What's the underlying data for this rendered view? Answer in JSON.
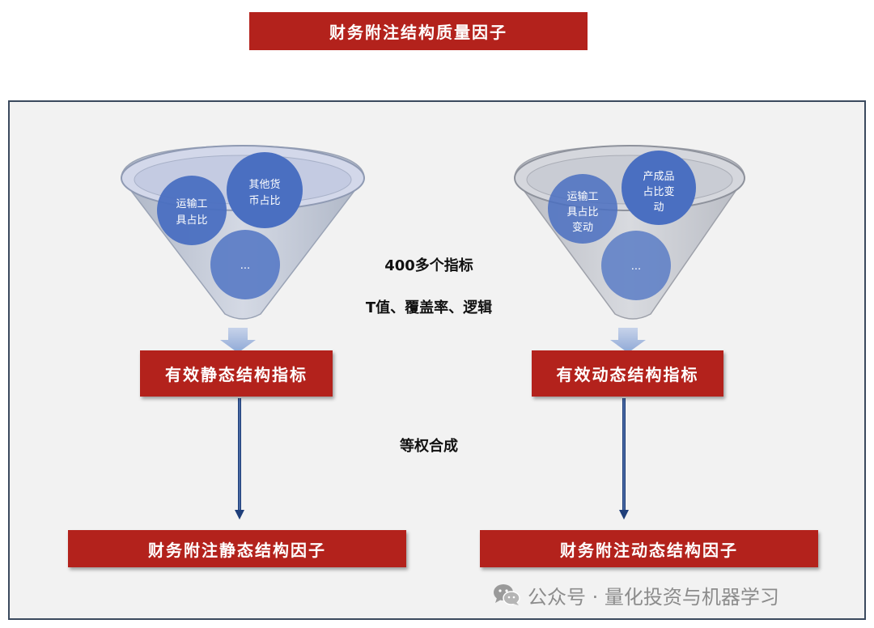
{
  "title": "财务附注结构质量因子",
  "left_funnel": {
    "circle_top_right": [
      "其他货",
      "币占比"
    ],
    "circle_left": [
      "运输工",
      "具占比"
    ],
    "circle_bottom": "..."
  },
  "right_funnel": {
    "circle_top_right": [
      "产成品",
      "占比变",
      "动"
    ],
    "circle_left": [
      "运输工",
      "具占比",
      "变动"
    ],
    "circle_bottom": "..."
  },
  "middle": {
    "count_label": "400多个指标",
    "criteria_label": "T值、覆盖率、逻辑",
    "combine_label": "等权合成"
  },
  "static_indicator": "有效静态结构指标",
  "dynamic_indicator": "有效动态结构指标",
  "static_factor": "财务附注静态结构因子",
  "dynamic_factor": "财务附注动态结构因子",
  "watermark": "公众号 · 量化投资与机器学习",
  "colors": {
    "red": "#b3221c",
    "circle_blue": "#4a6fc1",
    "funnel_left": "#c5ccdb",
    "funnel_right": "#cdcfd6",
    "arrow_navy": "#1f3f7a",
    "panel_bg": "#f2f2f2"
  }
}
